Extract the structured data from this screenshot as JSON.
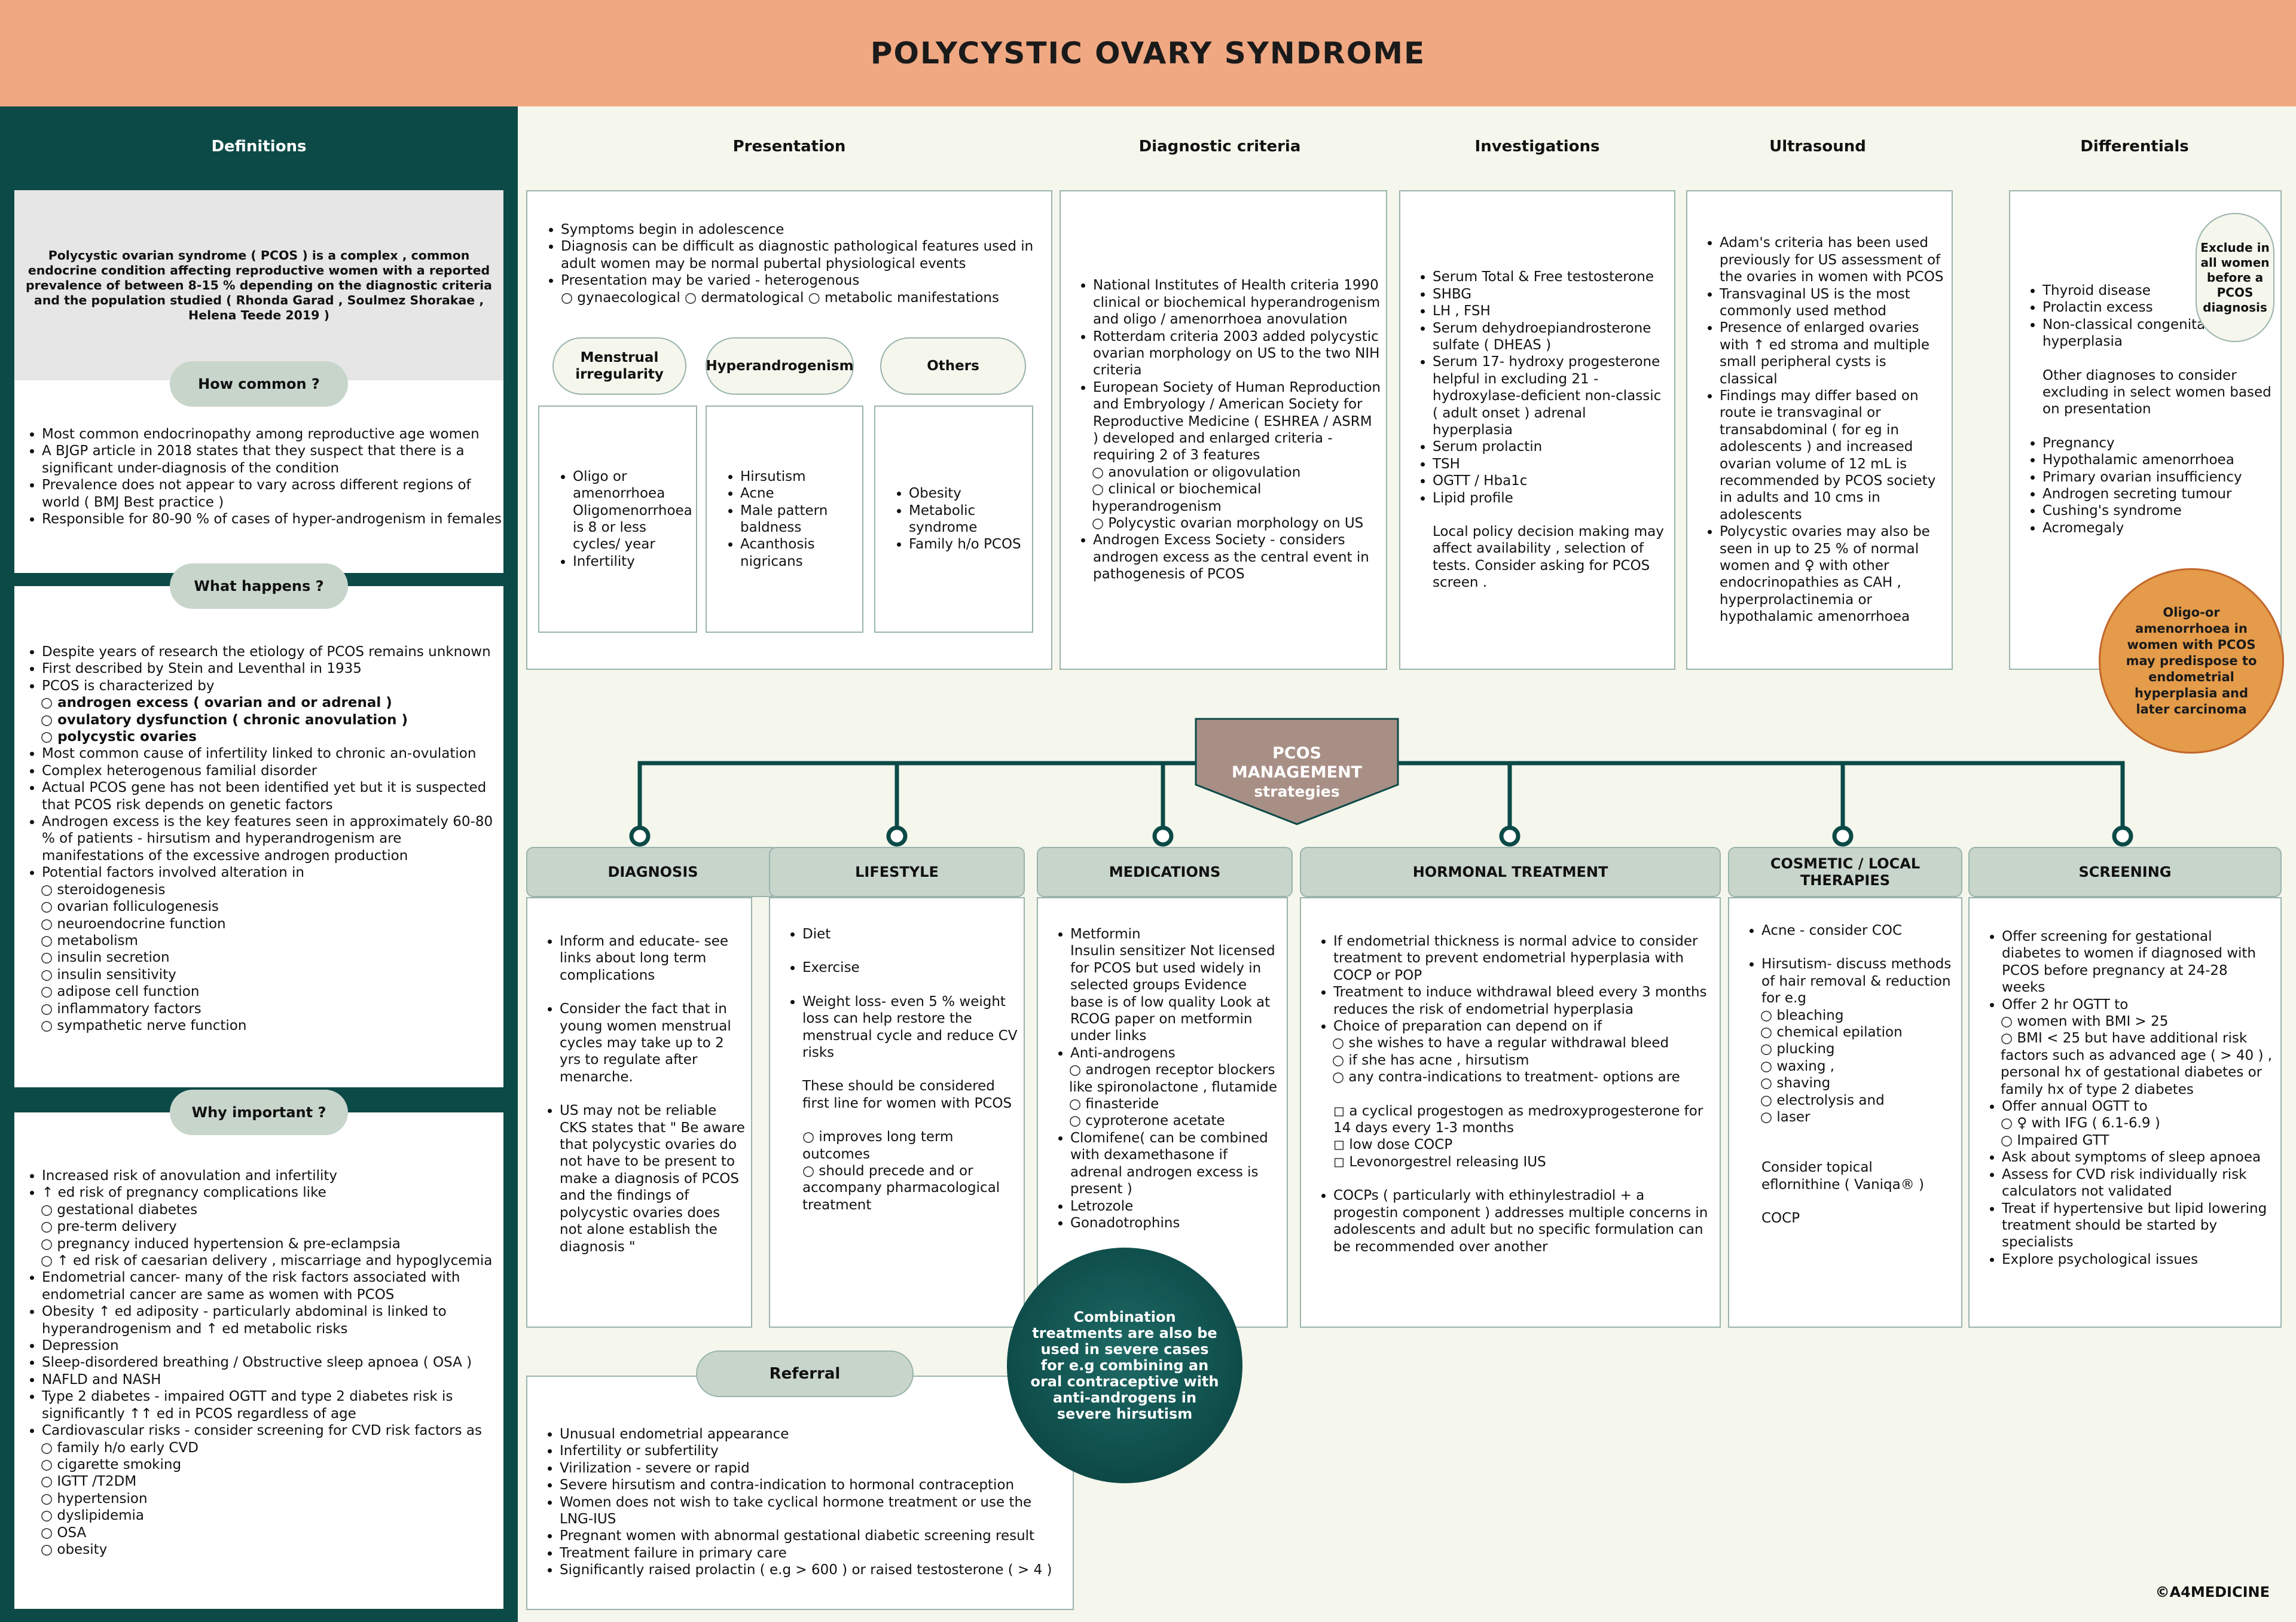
{
  "title": "POLYCYSTIC OVARY SYNDROME",
  "copyright": "©A4MEDICINE",
  "definitions": {
    "heading": "Definitions",
    "text": "Polycystic ovarian syndrome ( PCOS ) is a complex , common endocrine condition affecting reproductive women with a reported prevalence of between 8-15 % depending on the diagnostic criteria and the population studied ( Rhonda Garad , Soulmez Shorakae , Helena Teede 2019 )",
    "how_common": {
      "label": "How common ?",
      "items": [
        "Most common endocrinopathy among reproductive age women",
        "A BJGP article in 2018 states that they suspect that there is a significant under-diagnosis of the condition",
        "Prevalence does not appear to vary across different regions of world ( BMJ Best practice )",
        "Responsible for 80-90 % of cases of hyper-androgenism in females"
      ]
    },
    "what_happens": {
      "label": "What happens ?",
      "items": [
        "Despite years of research the etiology of PCOS remains unknown",
        "First described by Stein and Leventhal in 1935",
        "PCOS is characterized by",
        "Most common cause of infertility linked to chronic an-ovulation",
        "Complex heterogenous familial disorder",
        "Actual PCOS gene has not been identified yet but it is suspected that PCOS risk depends on genetic factors",
        "Androgen excess is the key features seen in approximately 60-80 % of patients - hirsutism and hyperandrogenism are manifestations of the excessive androgen production",
        "Potential factors involved alteration in"
      ],
      "characterized": [
        "androgen excess ( ovarian and or adrenal )",
        "ovulatory dysfunction ( chronic anovulation )",
        "polycystic ovaries"
      ],
      "factors": [
        "steroidogenesis",
        "ovarian folliculogenesis",
        "neuroendocrine function",
        "metabolism",
        "insulin secretion",
        "insulin sensitivity",
        "adipose cell function",
        "inflammatory factors",
        "sympathetic nerve function"
      ]
    },
    "why_important": {
      "label": "Why important ?",
      "a1": "Increased risk of anovulation and infertility",
      "a2": "↑ ed risk of pregnancy complications like",
      "preg": [
        "gestational diabetes",
        "pre-term delivery",
        "pregnancy induced hypertension & pre-eclampsia",
        "↑ ed risk of caesarian delivery , miscarriage and hypoglycemia"
      ],
      "b": [
        "Endometrial cancer- many of the risk factors associated with endometrial cancer are same as women with PCOS",
        "Obesity ↑ ed adiposity - particularly abdominal is linked to hyperandrogenism and ↑ ed metabolic risks",
        "Depression",
        "Sleep-disordered breathing / Obstructive sleep apnoea ( OSA )",
        "NAFLD and NASH",
        "Type 2 diabetes - impaired OGTT and type 2 diabetes risk is significantly ↑↑ ed in PCOS regardless of age",
        "Cardiovascular risks - consider screening   for CVD risk factors as"
      ],
      "cvd": [
        "family h/o early CVD",
        "cigarette smoking",
        "IGTT /T2DM",
        "hypertension",
        "dyslipidemia",
        "OSA",
        "obesity"
      ]
    }
  },
  "presentation": {
    "heading": "Presentation",
    "items": [
      "Symptoms begin in adolescence",
      "Diagnosis can be difficult as diagnostic pathological features used in adult women may be normal pubertal physiological events",
      "Presentation may be varied - heterogenous"
    ],
    "sub": "○ gynaecological ○ dermatological ○ metabolic manifestations",
    "menstrual": {
      "label": "Menstrual irregularity",
      "items": [
        "Oligo or amenorrhoea Oligomenorrhoea is 8 or less cycles/ year",
        "Infertility"
      ]
    },
    "hyper": {
      "label": "Hyperandrogenism",
      "items": [
        "Hirsutism",
        "Acne",
        "Male pattern baldness",
        "Acanthosis nigricans"
      ]
    },
    "others": {
      "label": "Others",
      "items": [
        "Obesity",
        "Metabolic syndrome",
        "Family h/o PCOS"
      ]
    }
  },
  "diagnostic": {
    "heading": "Diagnostic criteria",
    "items": [
      "National Institutes of Health criteria 1990 clinical or biochemical hyperandrogenism and oligo / amenorrhoea anovulation",
      "Rotterdam criteria 2003 added polycystic ovarian morphology on US to the two NIH criteria",
      "European Society of Human Reproduction and Embryology / American Society  for Reproductive Medicine ( ESHREA / ASRM ) developed and enlarged criteria - requiring 2 of 3 features",
      "Androgen Excess Society - considers androgen excess as the central event in pathogenesis of PCOS"
    ],
    "sub": [
      "anovulation or oligovulation",
      "clinical or biochemical hyperandrogenism",
      "Polycystic ovarian morphology on US"
    ]
  },
  "investigations": {
    "heading": "Investigations",
    "items": [
      "Serum Total & Free testosterone",
      "SHBG",
      "LH , FSH",
      "Serum dehydroepiandrosterone sulfate ( DHEAS )",
      "Serum 17- hydroxy progesterone helpful in excluding 21 - hydroxylase-deficient non-classic ( adult onset ) adrenal hyperplasia",
      "Serum prolactin",
      "TSH",
      "OGTT / Hba1c",
      "Lipid profile"
    ],
    "note": "Local policy decision making may affect availability , selection of tests. Consider asking for PCOS screen ."
  },
  "ultrasound": {
    "heading": "Ultrasound",
    "items": [
      "Adam's  criteria has been used previously for US assessment of the ovaries in women with PCOS",
      "Transvaginal US is the most commonly used method",
      "Presence of enlarged ovaries with ↑ ed stroma and multiple small peripheral cysts is classical",
      "Findings may differ based on route ie transvaginal or transabdominal ( for eg in adolescents ) and  increased ovarian volume of 12 mL is recommended by PCOS society in adults and 10 cms in adolescents",
      "Polycystic ovaries may also be seen in up to 25 % of normal women and ♀ with other endocrinopathies as CAH , hyperprolactinemia or hypothalamic amenorrhoea"
    ]
  },
  "differentials": {
    "heading": "Differentials",
    "badge": "Exclude in all women before a PCOS diagnosis",
    "a": [
      "Thyroid disease",
      "Prolactin excess",
      "Non-classical congenital hyperplasia"
    ],
    "note": "Other diagnoses to consider excluding in select women based on presentation",
    "b": [
      "Pregnancy",
      "Hypothalamic amenorrhoea",
      "Primary ovarian insufficiency",
      "Androgen secreting tumour",
      "Cushing's syndrome",
      "Acromegaly"
    ],
    "warning": "Oligo-or amenorrhoea in women with PCOS may predispose to endometrial hyperplasia and later carcinoma"
  },
  "management": {
    "line1": "PCOS",
    "line2": "MANAGEMENT",
    "line3": "strategies"
  },
  "diagnosis": {
    "heading": "DIAGNOSIS",
    "items": [
      "Inform and educate- see links about long term complications",
      "Consider the fact that in young women menstrual cycles may take up to 2 yrs to regulate after menarche.",
      "US may not be reliable CKS states that \" Be aware that polycystic ovaries do not have to be present to make a diagnosis of PCOS and the findings of polycystic ovaries does not alone establish the diagnosis \""
    ]
  },
  "lifestyle": {
    "heading": "LIFESTYLE",
    "items": [
      "Diet",
      "Exercise",
      "Weight loss- even 5 % weight loss can help restore the menstrual cycle and reduce CV risks"
    ],
    "p1": "These should be considered first line for  women with PCOS",
    "sub": [
      "improves long term outcomes",
      "should precede and or accompany pharmacological treatment"
    ]
  },
  "medications": {
    "heading": "MEDICATIONS",
    "metformin": "Metformin",
    "metformin_detail": "Insulin sensitizer Not licensed for PCOS but used widely in selected groups Evidence base is of low quality Look at RCOG paper on metformin under links",
    "anti": "Anti-androgens",
    "anti_sub": [
      "androgen receptor blockers like spironolactone , flutamide",
      "finasteride",
      "cyproterone acetate"
    ],
    "rest": [
      "Clomifene( can be combined with dexamethasone if adrenal androgen excess is present )",
      "Letrozole",
      "Gonadotrophins"
    ],
    "combination": "Combination treatments are also be used in severe cases for e.g combining an oral contraceptive with anti-androgens in severe hirsutism"
  },
  "hormonal": {
    "heading": "HORMONAL TREATMENT",
    "items": [
      "If endometrial thickness is normal advice to consider treatment to prevent endometrial hyperplasia with COCP or POP",
      "Treatment to induce withdrawal bleed every 3 months reduces the risk of endometrial hyperplasia",
      "Choice of preparation can depend on if"
    ],
    "sub": [
      "she wishes to have a regular withdrawal bleed",
      "if she has acne , hirsutism",
      "any contra-indications to treatment- options are"
    ],
    "opts": [
      "◻ a cyclical progestogen as medroxyprogesterone for 14 days every 1-3 months",
      "◻ low dose COCP",
      "◻ Levonorgestrel releasing IUS"
    ],
    "cocp": "COCPs ( particularly with ethinylestradiol + a progestin component ) addresses multiple concerns in adolescents and adult but no specific formulation can be recommended over another"
  },
  "cosmetic": {
    "heading": "COSMETIC / LOCAL THERAPIES",
    "acne": "Acne - consider COC",
    "hirsutism": "Hirsutism- discuss methods of hair removal & reduction for e.g",
    "methods": [
      "bleaching",
      "chemical epilation",
      "plucking",
      "waxing ,",
      "shaving",
      "electrolysis and",
      "laser"
    ],
    "topical": "Consider topical eflornithine ( Vaniqa® )",
    "cocp": "COCP"
  },
  "screening": {
    "heading": "SCREENING",
    "items1": [
      "Offer screening for gestational diabetes to women if diagnosed with PCOS before pregnancy at 24-28 weeks",
      "Offer 2 hr OGTT to"
    ],
    "ogtt": [
      "women with BMI > 25",
      "BMI < 25 but have additional risk factors such as advanced age ( > 40 ) , personal hx of gestational diabetes or family hx of type 2 diabetes"
    ],
    "annual": "Offer annual OGTT to",
    "annual_sub": [
      "♀ with IFG ( 6.1-6.9 )",
      "Impaired GTT"
    ],
    "items2": [
      "Ask about symptoms of sleep apnoea",
      "Assess for CVD risk individually risk calculators not validated",
      "Treat if hypertensive but lipid lowering treatment should be started by specialists",
      "Explore psychological issues"
    ]
  },
  "referral": {
    "label": "Referral",
    "items": [
      "Unusual endometrial appearance",
      "Infertility or subfertility",
      "Virilization - severe or rapid",
      "Severe hirsutism and contra-indication to hormonal contraception",
      "Women does not wish to take cyclical hormone treatment or use the LNG-IUS",
      "Pregnant women with abnormal gestational diabetic screening result",
      "Treatment failure in primary care",
      "Significantly raised prolactin ( e.g > 600 ) or raised testosterone ( > 4 )"
    ]
  },
  "colors": {
    "header": "#f0a882",
    "sidebar": "#0c4a47",
    "management": "#a88f86",
    "warning": "#e49b4a",
    "combination": "#0f4f4c"
  }
}
